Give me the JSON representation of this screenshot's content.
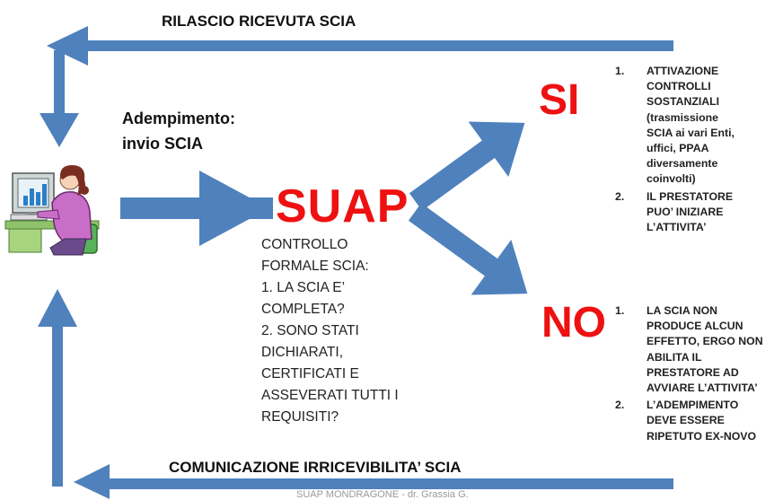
{
  "colors": {
    "arrow": "#4f81bd",
    "accent": "#ee1111",
    "text": "#111111"
  },
  "labels": {
    "top": "RILASCIO RICEVUTA SCIA",
    "bottom": "COMUNICAZIONE IRRICEVIBILITA’ SCIA",
    "adempimento": [
      "Adempimento:",
      "invio SCIA"
    ],
    "suap": "SUAP",
    "si": "SI",
    "no": "NO",
    "footer": "SUAP MONDRAGONE - dr. Grassia G."
  },
  "controllo": [
    "CONTROLLO",
    "FORMALE SCIA:",
    "1. LA SCIA E’",
    "COMPLETA?",
    "2. SONO STATI",
    "DICHIARATI,",
    "CERTIFICATI E",
    "ASSEVERATI TUTTI I",
    "REQUISITI?"
  ],
  "si_items": [
    {
      "num": "1.",
      "lines": [
        "ATTIVAZIONE",
        "CONTROLLI",
        "SOSTANZIALI",
        "(trasmissione",
        "SCIA ai vari Enti,",
        "uffici, PPAA",
        "diversamente",
        "coinvolti)"
      ]
    },
    {
      "num": "2.",
      "lines": [
        "IL PRESTATORE",
        "PUO’ INIZIARE",
        "L’ATTIVITA’"
      ]
    }
  ],
  "no_items": [
    {
      "num": "1.",
      "lines": [
        "LA SCIA NON",
        "PRODUCE ALCUN",
        "EFFETTO, ERGO NON",
        "ABILITA IL",
        "PRESTATORE AD",
        "AVVIARE L’ATTIVITA’"
      ]
    },
    {
      "num": "2.",
      "lines": [
        "L’ADEMPIMENTO",
        "DEVE ESSERE",
        "RIPETUTO EX-NOVO"
      ]
    }
  ],
  "icons": {
    "user": "person-at-computer-icon"
  }
}
